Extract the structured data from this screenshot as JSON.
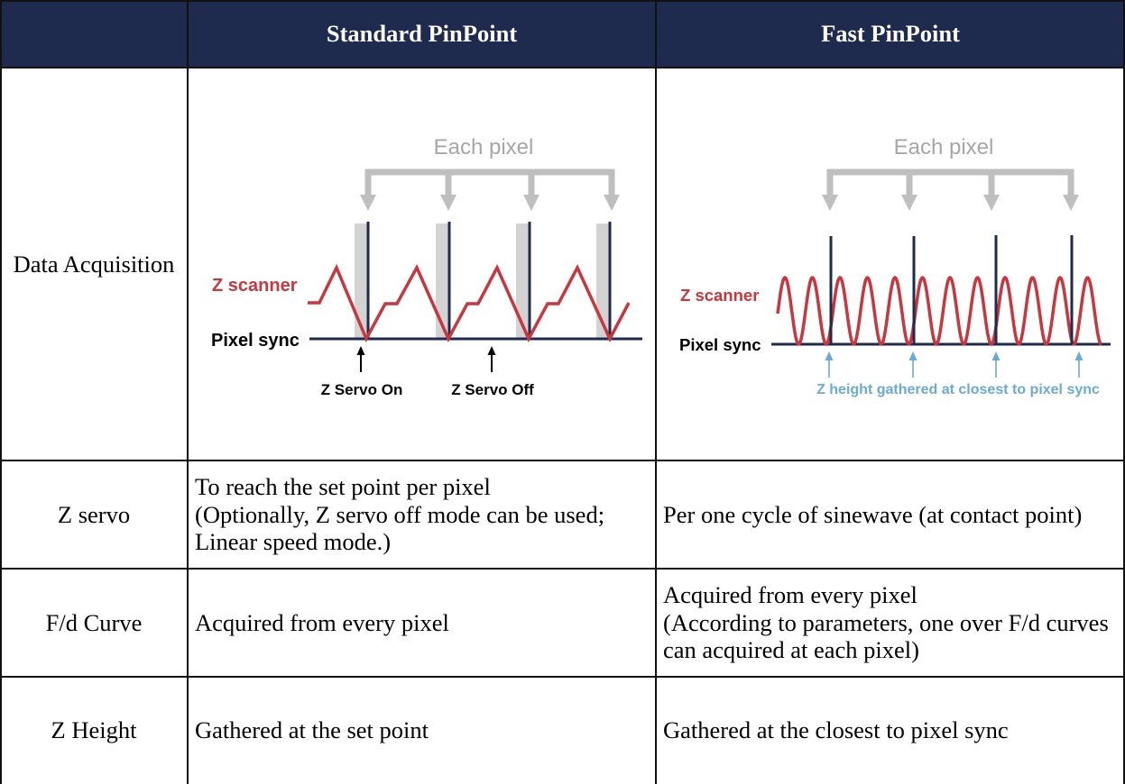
{
  "header": {
    "standard": "Standard PinPoint",
    "fast": "Fast PinPoint"
  },
  "rows": {
    "data_acquisition": {
      "label": "Data Acquisition"
    },
    "z_servo": {
      "label": "Z servo",
      "standard": [
        "To reach the set point per pixel",
        "(Optionally, Z servo off mode can be used;",
        "Linear speed mode.)"
      ],
      "fast": [
        "Per one cycle of sinewave (at contact point)"
      ]
    },
    "fd_curve": {
      "label": "F/d Curve",
      "standard": [
        "Acquired from every pixel"
      ],
      "fast": [
        "Acquired from every pixel",
        "(According to parameters, one over F/d curves",
        "can acquired at each pixel)"
      ]
    },
    "z_height": {
      "label": "Z Height",
      "standard": [
        "Gathered at the set point"
      ],
      "fast": [
        "Gathered at the closest to pixel sync"
      ]
    }
  },
  "diagrams": {
    "standard": {
      "bracket_label": "Each pixel",
      "z_scanner": "Z scanner",
      "pixel_sync": "Pixel sync",
      "servo_on": "Z Servo On",
      "servo_off": "Z Servo Off"
    },
    "fast": {
      "bracket_label": "Each pixel",
      "z_scanner": "Z scanner",
      "pixel_sync": "Pixel sync",
      "note": "Z height gathered at closest to pixel sync"
    }
  },
  "colors": {
    "header_background": "#1f2a4f",
    "header_text": "#ffffff",
    "z_scanner": "#c8373d",
    "pixel_sync": "#1f2a4f",
    "bracket": "#bfbfbf",
    "servo_window": "#d3d3d3",
    "note": "#6aaad6"
  }
}
